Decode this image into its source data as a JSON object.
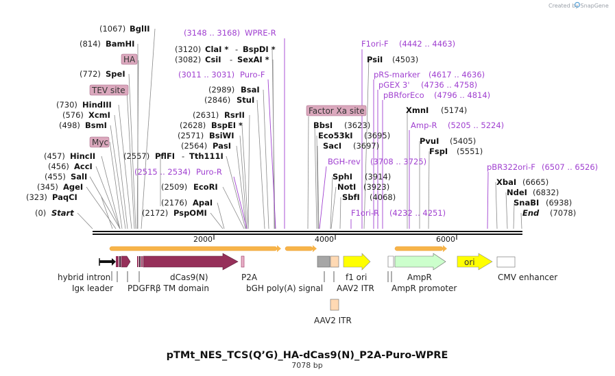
{
  "credit": "Created by SnapGene",
  "title": "pTMt_NES_TCS(Q’G)_HA-dCas9(N)_P2A-Puro-WPRE",
  "subtitle": "7078 bp",
  "scale_ticks": [
    "2000",
    "4000",
    "6000"
  ],
  "left_sites": [
    {
      "pos": "(1067)",
      "name": "BglII"
    },
    {
      "pos": "(814)",
      "name": "BamHI"
    },
    {
      "box": "HA"
    },
    {
      "pos": "(772)",
      "name": "SpeI"
    },
    {
      "box": "TEV site"
    },
    {
      "pos": "(730)",
      "name": "HindIII"
    },
    {
      "pos": "(576)",
      "name": "XcmI"
    },
    {
      "pos": "(498)",
      "name": "BsmI"
    },
    {
      "box": "Myc"
    },
    {
      "pos": "(457)",
      "name": "HincII"
    },
    {
      "pos": "(456)",
      "name": "AccI"
    },
    {
      "pos": "(455)",
      "name": "SalI"
    },
    {
      "pos": "(345)",
      "name": "AgeI"
    },
    {
      "pos": "(323)",
      "name": "PaqCI"
    },
    {
      "pos": "(0)",
      "name": "Start"
    }
  ],
  "mid_sites": [
    {
      "primer": "(3148 .. 3168)",
      "name": "WPRE-R"
    },
    {
      "pos": "(3120)",
      "name": "ClaI *",
      "sep": "-",
      "name2": "BspDI *"
    },
    {
      "pos": "(3082)",
      "name": "CsiI",
      "sep": "-",
      "name2": "SexAI *"
    },
    {
      "primer": "(3011 .. 3031)",
      "name": "Puro-F"
    },
    {
      "pos": "(2989)",
      "name": "BsaI"
    },
    {
      "pos": "(2846)",
      "name": "StuI"
    },
    {
      "pos": "(2631)",
      "name": "RsrII"
    },
    {
      "pos": "(2628)",
      "name": "BspEI *"
    },
    {
      "pos": "(2571)",
      "name": "BsiWI"
    },
    {
      "pos": "(2564)",
      "name": "PasI"
    },
    {
      "pos": "(2557)",
      "name": "PflFI",
      "sep": "-",
      "name2": "Tth111I"
    },
    {
      "primer": "(2515 .. 2534)",
      "name": "Puro-R"
    },
    {
      "pos": "(2509)",
      "name": "EcoRI"
    },
    {
      "pos": "(2176)",
      "name": "ApaI"
    },
    {
      "pos": "(2172)",
      "name": "PspOMI"
    }
  ],
  "right_sites": [
    {
      "primer_name": "F1ori-F",
      "primer": "(4442 .. 4463)"
    },
    {
      "name": "PsiI",
      "pos": "(4503)"
    },
    {
      "primer_name": "pRS-marker",
      "primer": "(4617 .. 4636)"
    },
    {
      "primer_name": "pGEX 3'",
      "primer": "(4736 .. 4758)"
    },
    {
      "primer_name": "pBRforEco",
      "primer": "(4796 .. 4814)"
    },
    {
      "box": "Factor Xa site"
    },
    {
      "name": "XmnI",
      "pos": "(5174)"
    },
    {
      "name": "BbsI",
      "pos": "(3623)"
    },
    {
      "primer_name": "Amp-R",
      "primer": "(5205 .. 5224)"
    },
    {
      "name": "Eco53kI",
      "pos": "(3695)"
    },
    {
      "name": "PvuI",
      "pos": "(5405)"
    },
    {
      "name": "SacI",
      "pos": "(3697)"
    },
    {
      "name": "FspI",
      "pos": "(5551)"
    },
    {
      "primer_name": "BGH-rev",
      "primer": "(3708 .. 3725)"
    },
    {
      "primer_name": "pBR322ori-F",
      "primer": "(6507 .. 6526)"
    },
    {
      "name": "SphI",
      "pos": "(3914)"
    },
    {
      "name": "XbaI",
      "pos": "(6665)"
    },
    {
      "name": "NotI",
      "pos": "(3923)"
    },
    {
      "name": "NdeI",
      "pos": "(6832)"
    },
    {
      "name": "SbfI",
      "pos": "(4068)"
    },
    {
      "name": "SnaBI",
      "pos": "(6938)"
    },
    {
      "primer_name": "F1ori-R",
      "primer": "(4232 .. 4251)"
    },
    {
      "name": "End",
      "pos": "(7078)"
    }
  ],
  "features_row1": [
    "hybrid intron",
    "dCas9(N)",
    "P2A",
    "f1 ori",
    "AmpR",
    "CMV enhancer"
  ],
  "features_row2": [
    "Igκ leader",
    "PDGFRβ TM domain",
    "bGH poly(A) signal",
    "AAV2 ITR",
    "AmpR promoter"
  ],
  "features_row3": [
    "AAV2 ITR"
  ],
  "ori_label": "ori",
  "colors": {
    "primer": "#a040d0",
    "dcas9": "#96305a",
    "yellow": "#ffff00",
    "ampr": "#ccffcc",
    "itr": "#ffd9b3",
    "bgh": "#a6a6a6",
    "orange_bar": "#f7b44a",
    "site_box": "#dba8bd"
  }
}
